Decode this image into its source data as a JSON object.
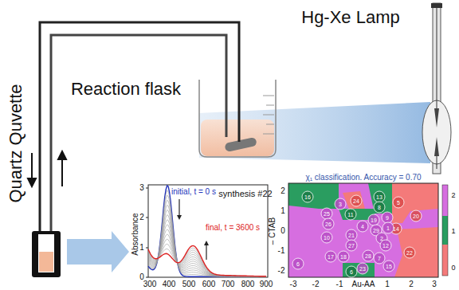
{
  "diagram": {
    "labels": [
      "Hg-Xe Lamp",
      "Reaction flask",
      "Quartz Quvette",
      "synthesis #22",
      "initial, t = 0 s",
      "final, t = 3600 s",
      "Absorbance",
      "3",
      "2",
      "1",
      "0",
      "300",
      "400",
      "500",
      "600",
      "700",
      "800",
      "900",
      "χ₁ classification. Accuracy = 0.70",
      "-3",
      "-2",
      "-1",
      "Au-AA",
      "1",
      "2",
      "3",
      "2",
      "1",
      "0",
      "-1",
      "-2",
      "– CTAB",
      "2",
      "1",
      "0",
      "16",
      "3",
      "24",
      "13",
      "8",
      "5",
      "25",
      "11",
      "26",
      "4",
      "19",
      "9",
      "14",
      "21",
      "29",
      "1",
      "2",
      "20",
      "10",
      "27",
      "12",
      "28",
      "22",
      "17",
      "18",
      "7",
      "15",
      "6",
      "23",
      "6"
    ]
  }
}
